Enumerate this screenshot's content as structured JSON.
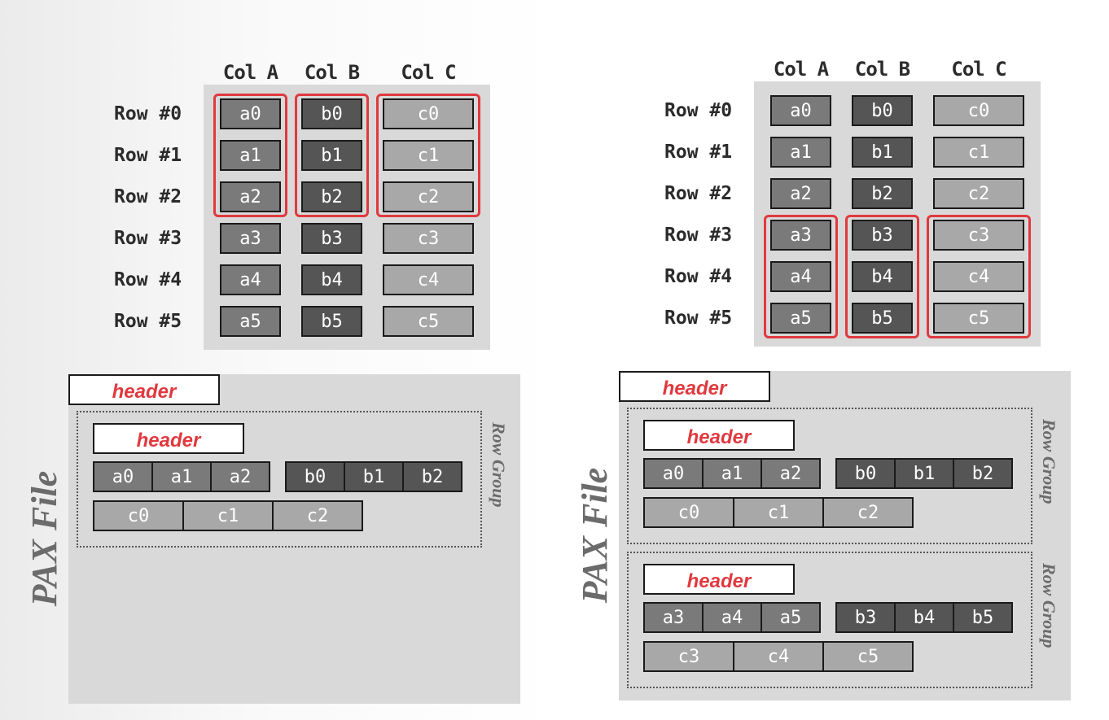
{
  "columns": [
    "Col A",
    "Col B",
    "Col C"
  ],
  "rows": [
    "Row #0",
    "Row #1",
    "Row #2",
    "Row #3",
    "Row #4",
    "Row #5"
  ],
  "cells": {
    "a": [
      "a0",
      "a1",
      "a2",
      "a3",
      "a4",
      "a5"
    ],
    "b": [
      "b0",
      "b1",
      "b2",
      "b3",
      "b4",
      "b5"
    ],
    "c": [
      "c0",
      "c1",
      "c2",
      "c3",
      "c4",
      "c5"
    ]
  },
  "file": {
    "header_label": "header",
    "file_label": "PAX File",
    "row_group_label": "Row Group",
    "row_groups": [
      {
        "header": "header",
        "ab": [
          "a0",
          "a1",
          "a2",
          "b0",
          "b1",
          "b2"
        ],
        "c": [
          "c0",
          "c1",
          "c2"
        ]
      },
      {
        "header": "header",
        "ab": [
          "a3",
          "a4",
          "a5",
          "b3",
          "b4",
          "b5"
        ],
        "c": [
          "c3",
          "c4",
          "c5"
        ]
      }
    ]
  },
  "colors": {
    "highlight": "#e0393e",
    "col_a": "#7a7a7a",
    "col_b": "#555555",
    "col_c": "#a8a8a8",
    "panel_bg": "#d9d9d9"
  }
}
